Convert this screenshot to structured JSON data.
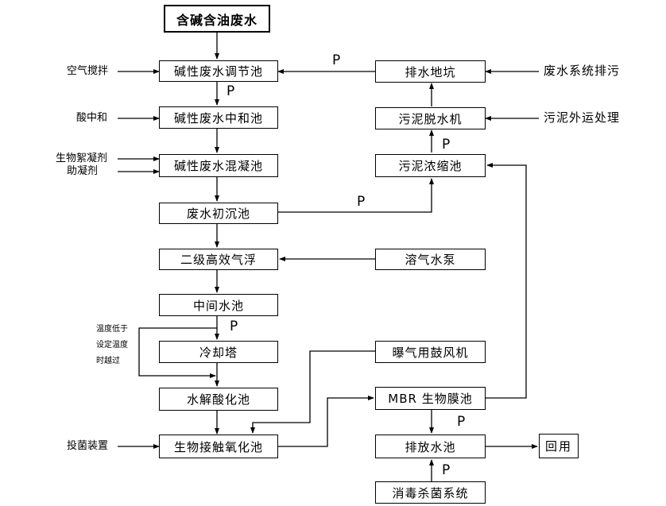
{
  "boxes": {
    "source": "含碱含油废水",
    "b1": "碱性废水调节池",
    "b2": "碱性废水中和池",
    "b3": "碱性废水混凝池",
    "b4": "废水初沉池",
    "b5": "二级高效气浮",
    "b6": "中间水池",
    "b7": "冷却塔",
    "b8": "水解酸化池",
    "b9": "生物接触氧化池",
    "r_pit": "排水地坑",
    "r_dewater": "污泥脱水机",
    "r_thicken": "污泥浓缩池",
    "r_pump": "溶气水泵",
    "r_blower": "曝气用鼓风机",
    "r_mbr": "MBR 生物膜池",
    "r_discharge": "排放水池",
    "r_disinfect": "消毒杀菌系统",
    "reuse": "回用"
  },
  "labels": {
    "air_stir": "空气搅拌",
    "acid": "酸中和",
    "coag1": "生物絮凝剂",
    "coag2": "助凝剂",
    "bypass1": "温度低于",
    "bypass2": "设定温度",
    "bypass3": "时越过",
    "bacteria": "投菌装置",
    "waste_drain": "废水系统排污",
    "sludge_out": "污泥外运处理"
  },
  "pump_mark": "P"
}
